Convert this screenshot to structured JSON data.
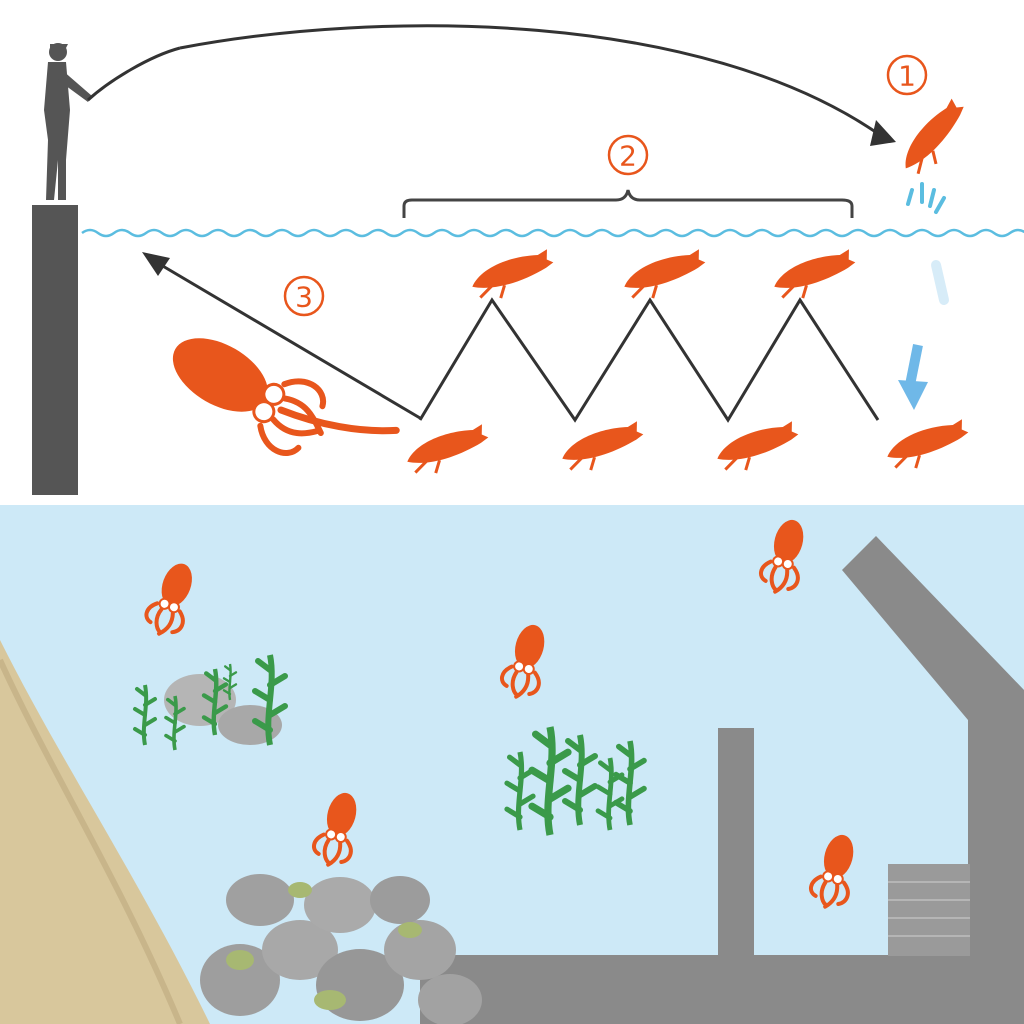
{
  "steps": [
    {
      "number": "1"
    },
    {
      "number": "2"
    },
    {
      "number": "3"
    }
  ],
  "colors": {
    "accent": "#e8561c",
    "water_line": "#5bbde0",
    "underwater": "#cde9f7",
    "concrete": "#8a8a8a",
    "pier": "#555555",
    "sand": "#d8c79c",
    "seaweed": "#3a9a4a",
    "arrow_blue": "#6fb8e8"
  },
  "icons": [
    "angler-icon",
    "egi-lure-icon",
    "squid-icon",
    "seaweed-icon",
    "rock-icon",
    "splash-icon"
  ]
}
